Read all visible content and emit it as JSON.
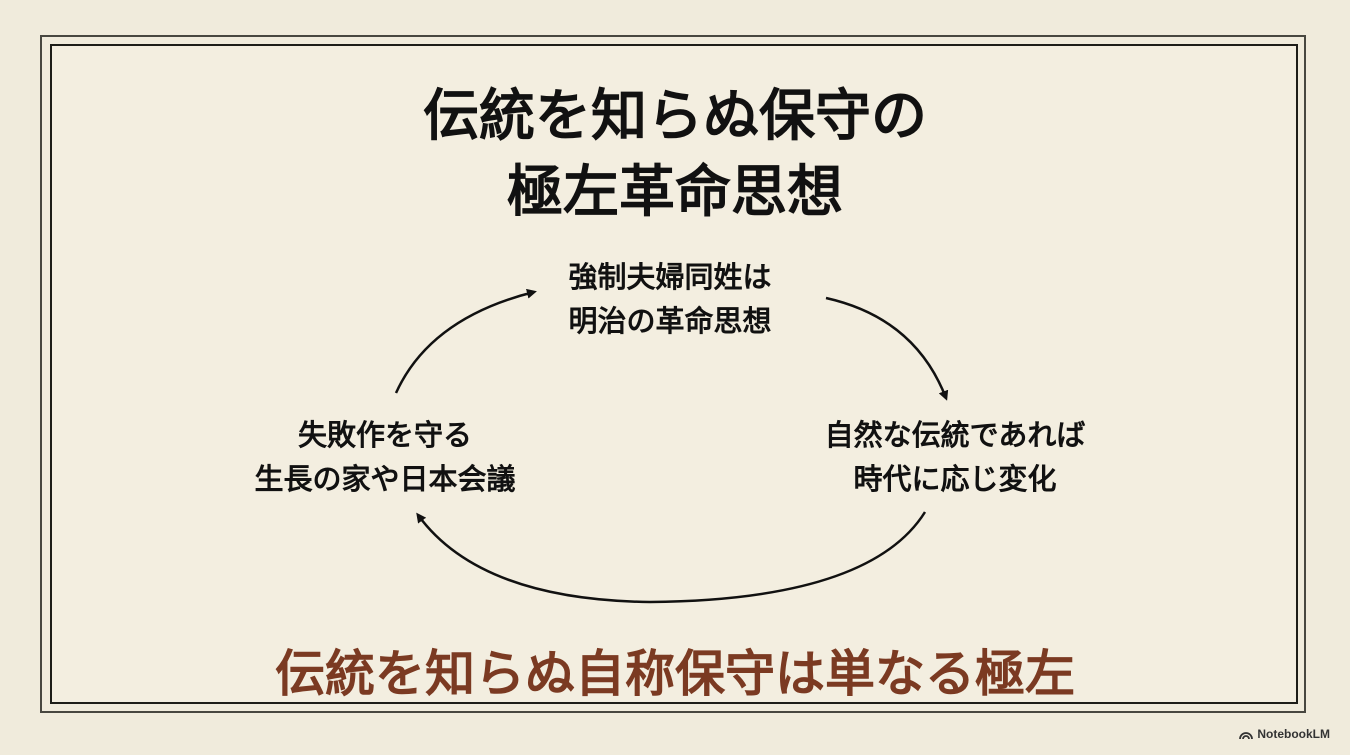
{
  "title": {
    "line1": "伝統を知らぬ保守の",
    "line2": "極左革命思想"
  },
  "cycle": {
    "top": {
      "line1": "強制夫婦同姓は",
      "line2": "明治の革命思想"
    },
    "right": {
      "line1": "自然な伝統であれば",
      "line2": "時代に応じ変化"
    },
    "left": {
      "line1": "失敗作を守る",
      "line2": "生長の家や日本会議"
    }
  },
  "conclusion": "伝統を知らぬ自称保守は単なる極左",
  "brand": {
    "label": "NotebookLM",
    "icon": "notebooklm-logo-icon"
  },
  "colors": {
    "background": "#f0ebdc",
    "text": "#111111",
    "accent": "#7b3a22"
  }
}
